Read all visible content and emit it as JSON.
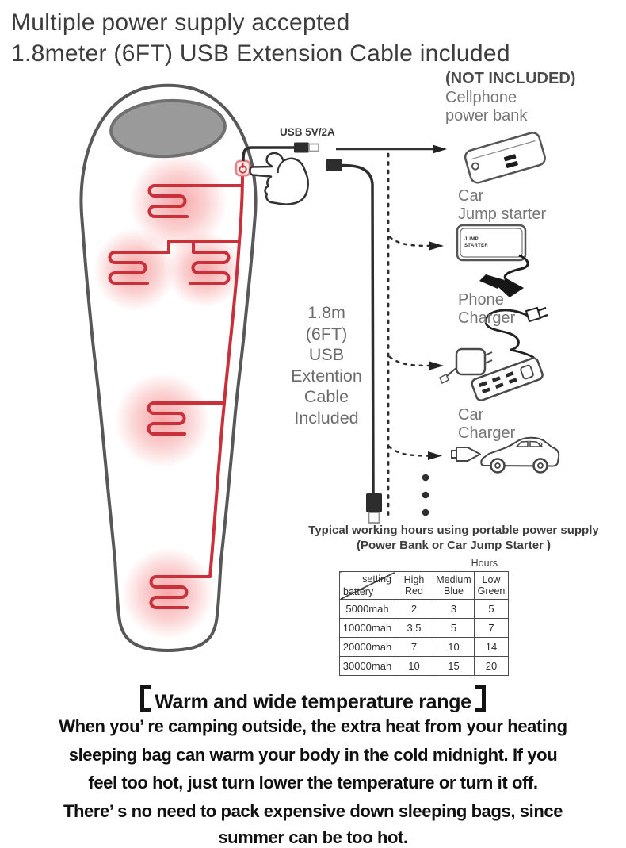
{
  "header": {
    "line1": "Multiple power supply accepted",
    "line2": "1.8meter (6FT) USB Extension Cable included"
  },
  "diagram": {
    "usb_label": "USB 5V/2A",
    "not_included": "(NOT INCLUDED)",
    "device_labels": [
      [
        "Cellphone",
        "power bank"
      ],
      [
        "Car",
        "Jump starter"
      ],
      [
        "Phone",
        "Charger"
      ],
      [
        "Car",
        "Charger"
      ]
    ],
    "cable_note_lines": [
      "1.8m",
      "(6FT)",
      "USB",
      "Extention",
      "Cable",
      "Included"
    ],
    "jump_starter_label": [
      "JUMP",
      "STARTER"
    ]
  },
  "table": {
    "title_line1": "Typical working hours using portable power supply",
    "title_line2": "(Power Bank or Car Jump Starter )",
    "hours_label": "Hours",
    "corner_top": "setting",
    "corner_bottom": "battery",
    "columns": [
      [
        "High",
        "Red"
      ],
      [
        "Medium",
        "Blue"
      ],
      [
        "Low",
        "Green"
      ]
    ],
    "rows": [
      {
        "battery": "5000mah",
        "values": [
          "2",
          "3",
          "5"
        ]
      },
      {
        "battery": "10000mah",
        "values": [
          "3.5",
          "5",
          "7"
        ]
      },
      {
        "battery": "20000mah",
        "values": [
          "7",
          "10",
          "14"
        ]
      },
      {
        "battery": "30000mah",
        "values": [
          "10",
          "15",
          "20"
        ]
      }
    ]
  },
  "bottom": {
    "heading": "Warm and wide temperature range",
    "heading_display": "【Warm and wide temperature range】",
    "lines": [
      "When you’ re camping outside, the extra heat from your heating",
      "sleeping bag can warm your body in the cold midnight. If you",
      "feel too hot, just turn lower the temperature or turn it off.",
      "There’ s no need to pack expensive down sleeping bags, since",
      "summer can be too hot."
    ]
  },
  "colors": {
    "heating_red": "#c9303a",
    "glow_red": "#ee4a4c",
    "hood_gray": "#9a9a9a",
    "cable_black": "#2d2d2d",
    "label_gray": "#767676"
  }
}
